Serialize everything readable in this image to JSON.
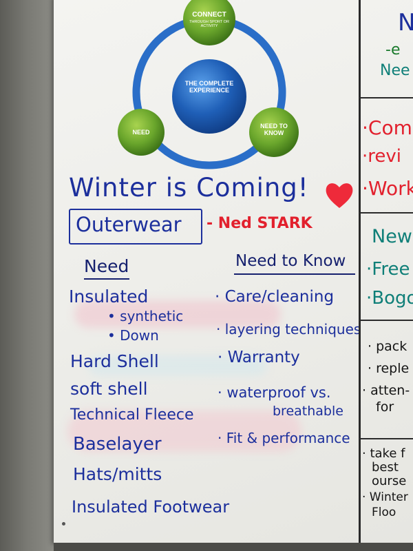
{
  "diagram": {
    "connect": {
      "title": "CONNECT",
      "subtitle": "THROUGH SPORT OR ACTIVITY"
    },
    "center": "THE COMPLETE EXPERIENCE",
    "need": "NEED",
    "need_to_know": "NEED TO KNOW"
  },
  "colors": {
    "ring": "#2a6ec8",
    "green_node": "#6aa62c",
    "blue_node": "#1f5fb7",
    "marker_blue": "#1c2f9c",
    "marker_red": "#e2202d"
  },
  "board": {
    "headline": "Winter is Coming!",
    "boxed_title": "Outerwear",
    "quote_attribution": "- Ned STARK",
    "need": {
      "heading": "Need",
      "items": [
        "Insulated",
        "• synthetic",
        "• Down",
        "Hard Shell",
        "soft shell",
        "Technical Fleece",
        "Baselayer",
        "Hats/mitts",
        "Insulated Footwear"
      ]
    },
    "need_to_know": {
      "heading": "Need to Know",
      "items": [
        "· Care/cleaning",
        "· layering techniques",
        "· Warranty",
        "· waterproof vs.",
        "breathable",
        "· Fit & performance"
      ]
    }
  },
  "right_panel": {
    "top_lines": [
      "N",
      "-e",
      "Nee"
    ],
    "red_items": [
      "·Com",
      "·revi",
      "·Work"
    ],
    "teal_items": [
      "New",
      "·Free",
      "·Bogo"
    ],
    "black_items_a": [
      "· pack",
      "· reple",
      "· atten-",
      "for"
    ],
    "black_items_b": [
      "· take f",
      "best",
      "ourse",
      "· Winter",
      "Floo"
    ]
  }
}
